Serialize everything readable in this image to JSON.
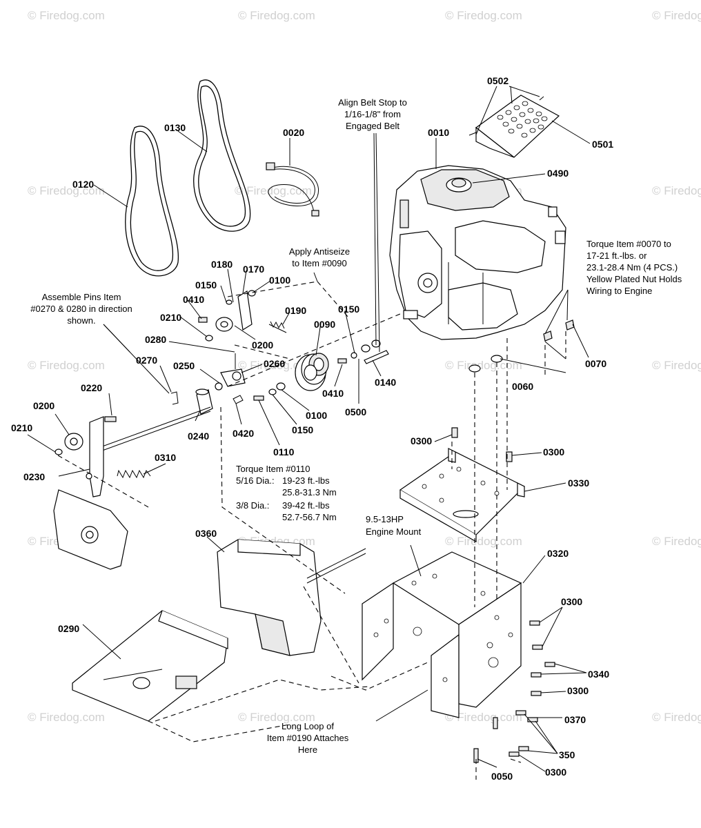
{
  "watermark": "© Firedog.com",
  "part_numbers": {
    "p0502": "0502",
    "p0501": "0501",
    "p0010": "0010",
    "p0490": "0490",
    "p0020": "0020",
    "p0130": "0130",
    "p0120": "0120",
    "p0180": "0180",
    "p0170": "0170",
    "p0100a": "0100",
    "p0150a": "0150",
    "p0410a": "0410",
    "p0190": "0190",
    "p0210a": "0210",
    "p0200a": "0200",
    "p0280": "0280",
    "p0270": "0270",
    "p0090": "0090",
    "p0150b": "0150",
    "p0070": "0070",
    "p0060": "0060",
    "p0250": "0250",
    "p0260": "0260",
    "p0410b": "0410",
    "p0500": "0500",
    "p0140": "0140",
    "p0220": "0220",
    "p0200b": "0200",
    "p0240": "0240",
    "p0420": "0420",
    "p0100b": "0100",
    "p0150c": "0150",
    "p0210b": "0210",
    "p0230": "0230",
    "p0310": "0310",
    "p0110": "0110",
    "p0300a": "0300",
    "p0300b": "0300",
    "p0330": "0330",
    "p0320": "0320",
    "p0360": "0360",
    "p0300c": "0300",
    "p0290": "0290",
    "p0340": "0340",
    "p0300d": "0300",
    "p0370": "0370",
    "p350": "350",
    "p0050": "0050",
    "p0300e": "0300"
  },
  "notes": {
    "align_belt": [
      "Align Belt Stop to",
      "1/16-1/8\" from",
      "Engaged Belt"
    ],
    "antiseize": [
      "Apply Antiseize",
      "to Item #0090"
    ],
    "assemble_pins": [
      "Assemble Pins Item",
      "#0270 & 0280 in direction",
      "shown."
    ],
    "torque_0070": [
      "Torque Item #0070 to",
      "17-21 ft.-lbs. or",
      "23.1-28.4 Nm (4 PCS.)",
      "Yellow Plated Nut Holds",
      "Wiring to Engine"
    ],
    "torque_0110": {
      "title": "Torque Item #0110",
      "row1_label": "5/16 Dia.:",
      "row1_val1": "19-23 ft.-lbs",
      "row1_val2": "25.8-31.3 Nm",
      "row2_label": "3/8 Dia.:",
      "row2_val1": "39-42 ft.-lbs",
      "row2_val2": "52.7-56.7 Nm"
    },
    "engine_mount": [
      "9.5-13HP",
      "Engine Mount"
    ],
    "long_loop": [
      "Long Loop of",
      "Item #0190 Attaches",
      "Here"
    ]
  }
}
